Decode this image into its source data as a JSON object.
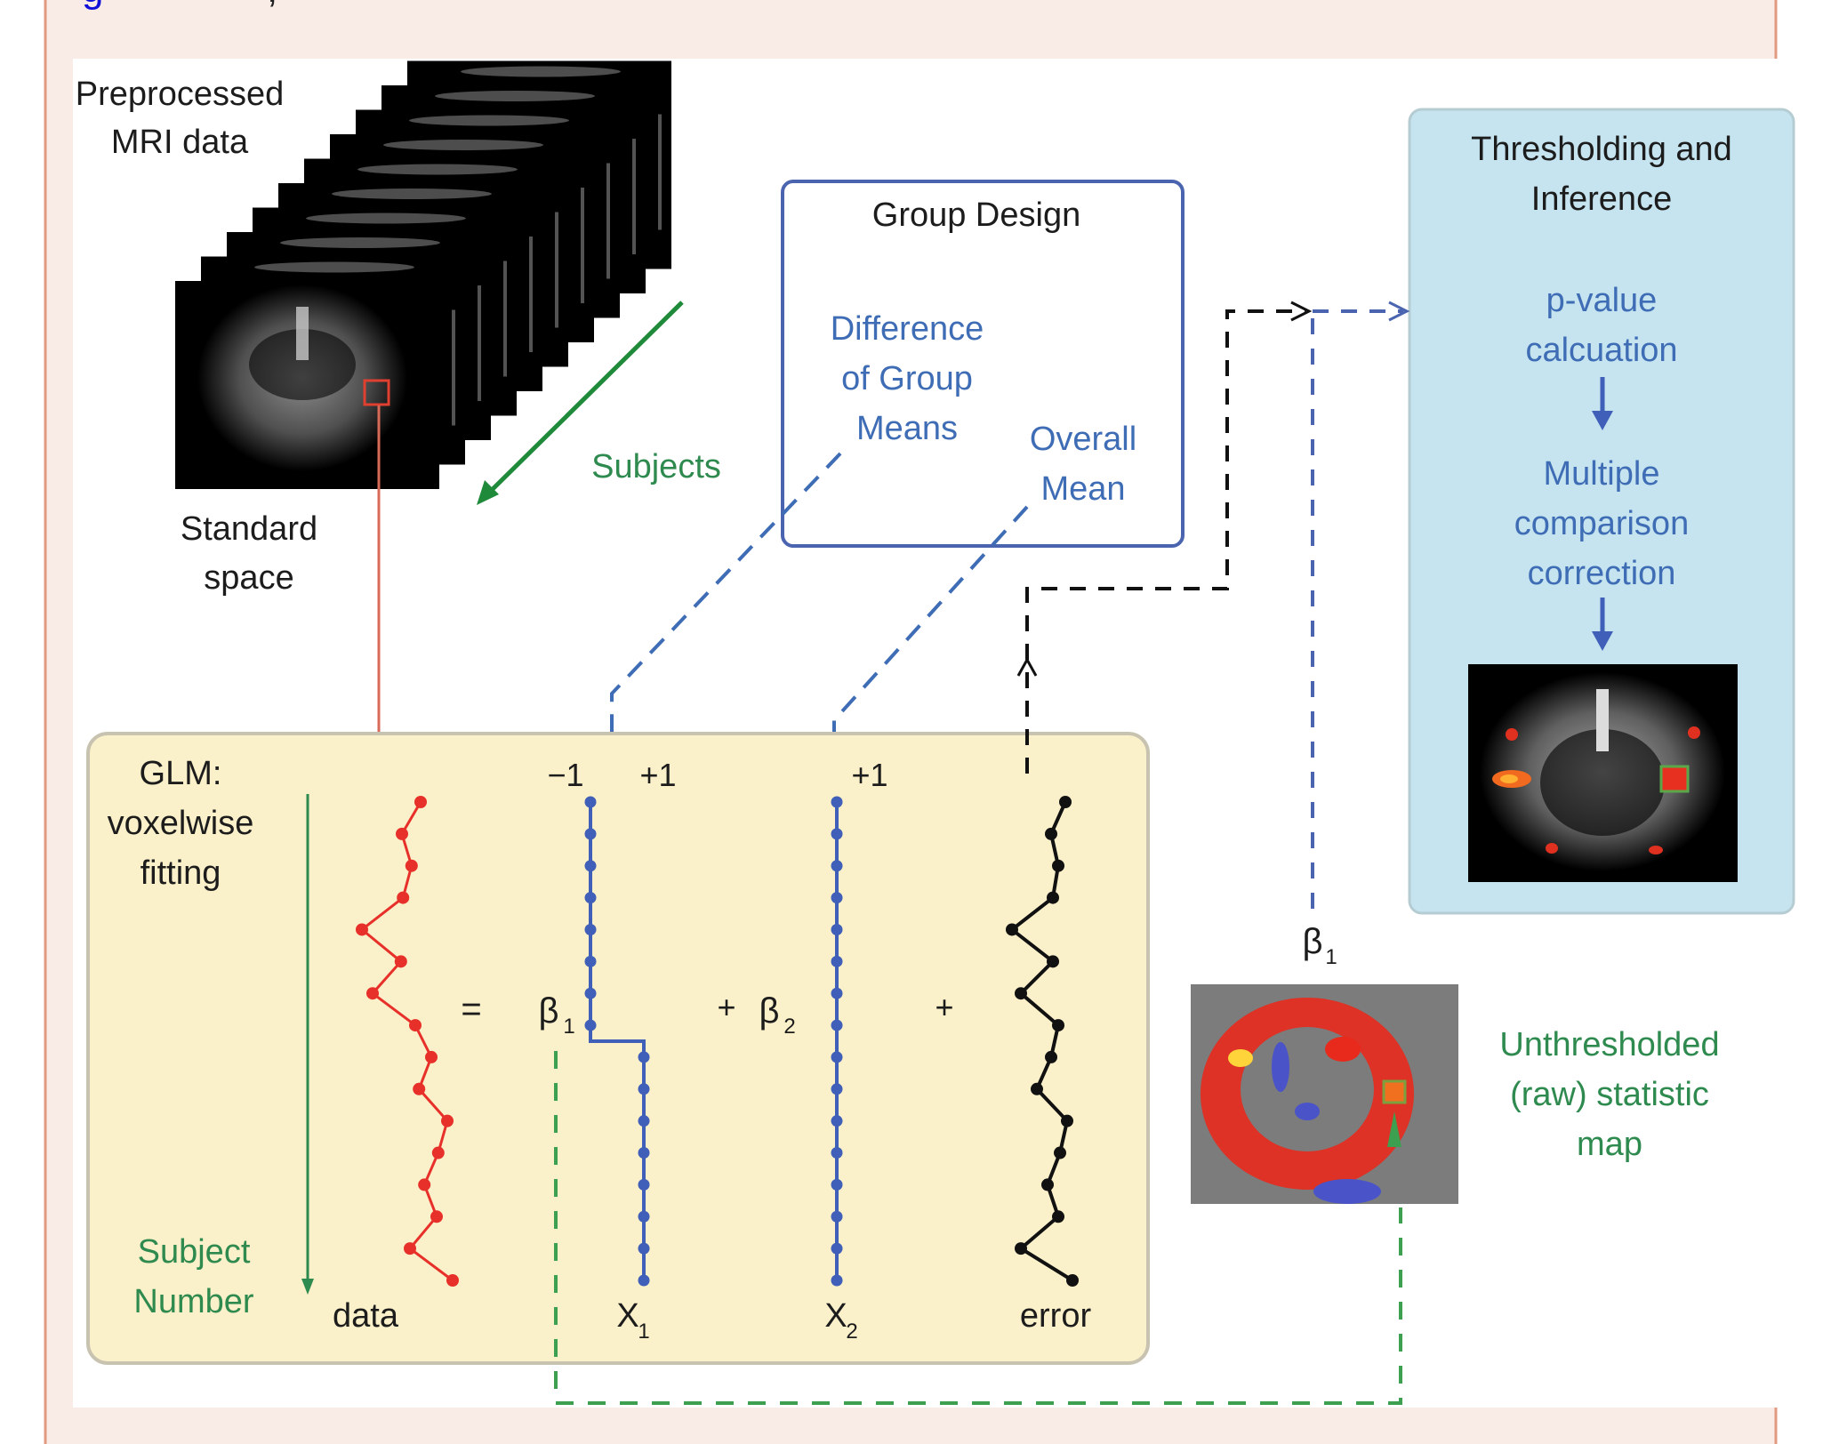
{
  "frame": {
    "background_color": "#f9ebe6",
    "border_color": "#e29a80",
    "clipped_header_fragments": [
      "g",
      ","
    ]
  },
  "source_panel": {
    "title_lines": [
      "Preprocessed",
      "MRI data"
    ],
    "caption_lines": [
      "Standard",
      "space"
    ],
    "subjects_label": "Subjects",
    "slice_count": 10
  },
  "group_design": {
    "title": "Group Design",
    "regressor_1_lines": [
      "Difference",
      "of Group",
      "Means"
    ],
    "regressor_2_lines": [
      "Overall",
      "Mean"
    ],
    "border_color": "#4a64b0"
  },
  "thresholding": {
    "title_lines": [
      "Thresholding and",
      "Inference"
    ],
    "step_1_lines": [
      "p-value",
      "calcuation"
    ],
    "step_2_lines": [
      "Multiple",
      "comparison",
      "correction"
    ],
    "fill_color": "#c5e4ef"
  },
  "glm": {
    "title_lines": [
      "GLM:",
      "voxelwise",
      "fitting"
    ],
    "axis_label_lines": [
      "Subject",
      "Number"
    ],
    "equals": "=",
    "plus_1": "+",
    "plus_2": "+",
    "beta_1": "β",
    "beta_1_sub": "1",
    "beta_2": "β",
    "beta_2_sub": "2",
    "x1_minus_label": "−1",
    "x1_plus_label": "+1",
    "x2_plus_label": "+1",
    "data_label": "data",
    "x1_label": "X",
    "x1_sub": "1",
    "x2_label": "X",
    "x2_sub": "2",
    "error_label": "error",
    "fill_color": "#faf0c9"
  },
  "stat_map": {
    "beta_label": "β",
    "beta_sub": "1",
    "caption_lines": [
      "Unthresholded",
      "(raw) statistic",
      "map"
    ]
  },
  "chart_data": {
    "type": "line",
    "title": "GLM voxelwise fitting",
    "subjects": 16,
    "series": [
      {
        "name": "data",
        "color": "#e8302a",
        "values": [
          0.55,
          0.2,
          0.38,
          0.22,
          -0.55,
          0.18,
          -0.35,
          0.45,
          0.75,
          0.52,
          1.05,
          0.88,
          0.62,
          0.85,
          0.35,
          1.15
        ]
      },
      {
        "name": "X1",
        "color": "#3f5fb8",
        "values": [
          -1,
          -1,
          -1,
          -1,
          -1,
          -1,
          -1,
          -1,
          1,
          1,
          1,
          1,
          1,
          1,
          1,
          1
        ]
      },
      {
        "name": "X2",
        "color": "#3f5fb8",
        "values": [
          1,
          1,
          1,
          1,
          1,
          1,
          1,
          1,
          1,
          1,
          1,
          1,
          1,
          1,
          1,
          1
        ]
      },
      {
        "name": "error",
        "color": "#111111",
        "values": [
          0.95,
          0.55,
          0.75,
          0.6,
          -0.55,
          0.6,
          -0.3,
          0.75,
          0.55,
          0.15,
          1.0,
          0.8,
          0.45,
          0.75,
          -0.3,
          1.15
        ]
      }
    ]
  }
}
